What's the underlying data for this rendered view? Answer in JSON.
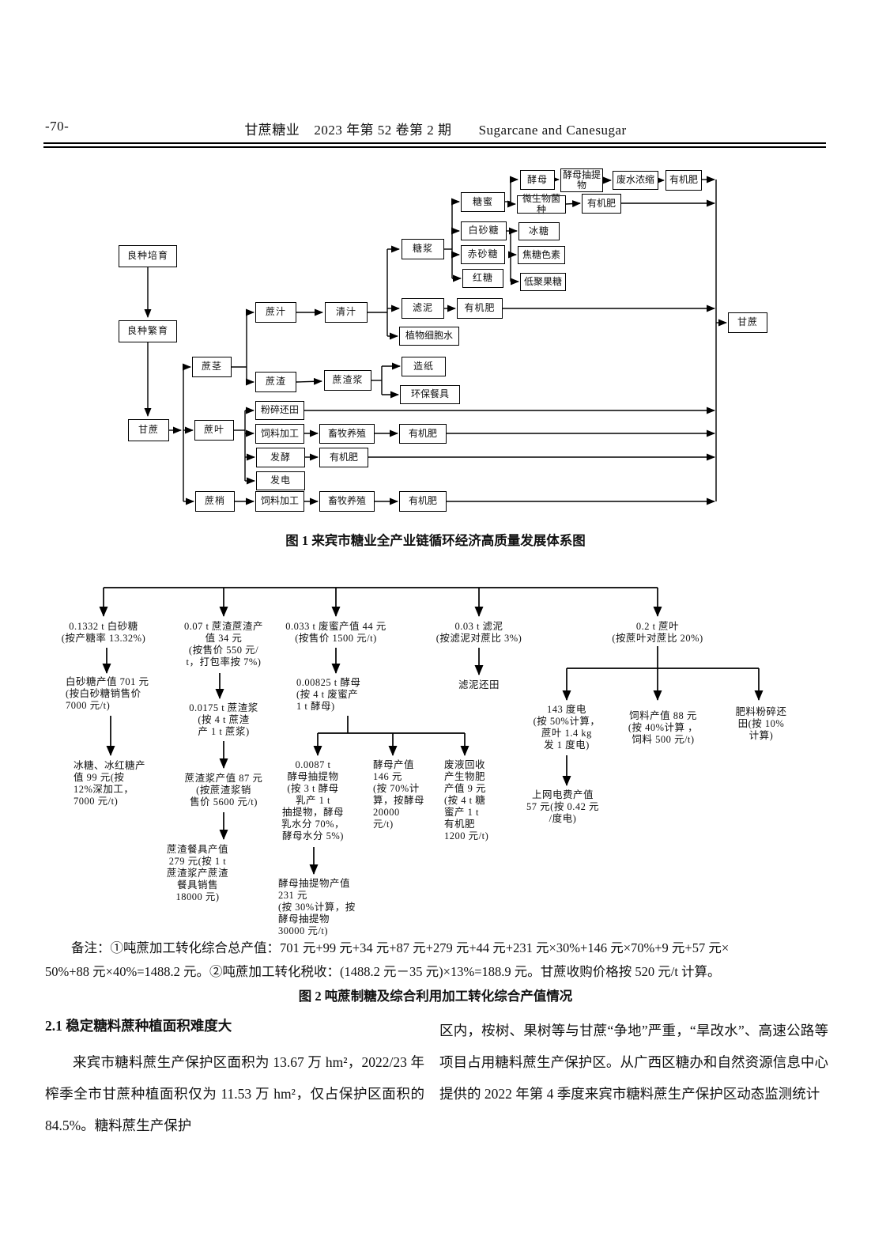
{
  "page": {
    "page_number": "-70-",
    "journal_cn": "甘蔗糖业",
    "issue": "2023 年第 52 卷第 2 期",
    "journal_en": "Sugarcane and Canesugar"
  },
  "fig1": {
    "caption": "图 1  来宾市糖业全产业链循环经济高质量发展体系图",
    "nodes": {
      "seed_breeding": "良种培育",
      "seed_propagation": "良种繁育",
      "sugarcane": "甘蔗",
      "cane_stem": "蔗茎",
      "cane_leaf": "蔗叶",
      "cane_tip": "蔗梢",
      "cane_juice": "蔗汁",
      "clear_juice": "清汁",
      "syrup": "糖浆",
      "filter_mud": "滤泥",
      "mud_fertilizer": "有机肥",
      "plant_cell_water": "植物细胞水",
      "bagasse": "蔗渣",
      "bagasse_pulp": "蔗渣浆",
      "papermaking": "造纸",
      "eco_tableware": "环保餐具",
      "molasses": "糖蜜",
      "white_sugar": "白砂糖",
      "brown_sugar": "赤砂糖",
      "red_sugar": "红糖",
      "yeast": "酵母",
      "yeast_extract": "酵母抽提物",
      "wastewater_concentrate": "废水浓缩",
      "yeast_fertilizer": "有机肥",
      "microbial_strain": "微生物菌种",
      "strain_fertilizer": "有机肥",
      "rock_sugar": "冰糖",
      "caramel_color": "焦糖色素",
      "fos": "低聚果糖",
      "crush_return": "粉碎还田",
      "feed_processing_leaf": "饲料加工",
      "livestock_leaf": "畜牧养殖",
      "livestock_fertilizer_leaf": "有机肥",
      "fermentation": "发酵",
      "fermentation_fertilizer": "有机肥",
      "power_generation": "发电",
      "feed_processing_tip": "饲料加工",
      "livestock_tip": "畜牧养殖",
      "livestock_fertilizer_tip": "有机肥",
      "sugarcane_return": "甘蔗"
    }
  },
  "fig2": {
    "caption": "图 2  吨蔗制糖及综合利用加工转化综合产值情况",
    "note": "备注：①吨蔗加工转化综合总产值：701 元+99 元+34 元+87 元+279 元+44 元+231 元×30%+146 元×70%+9 元+57 元×\n50%+88 元×40%=1488.2 元。②吨蔗加工转化税收：(1488.2 元－35 元)×13%=188.9 元。甘蔗收购价格按 520 元/t 计算。",
    "nodes": {
      "h1": "0.1332 t 白砂糖\n(按产糖率 13.32%)",
      "h2": "0.07 t 蔗渣蔗渣产\n值 34 元\n(按售价 550 元/\nt，打包率按 7%)",
      "h3": "0.033 t 废蜜产值 44 元\n(按售价 1500 元/t)",
      "h4": "0.03 t 滤泥\n(按滤泥对蔗比 3%)",
      "h5": "0.2 t 蔗叶\n(按蔗叶对蔗比 20%)",
      "n1a": "白砂糖产值 701 元\n(按白砂糖销售价\n7000 元/t)",
      "n1b": "冰糖、冰红糖产\n值 99 元(按\n12%深加工，\n7000 元/t)",
      "n2a": "0.0175 t 蔗渣浆\n(按 4 t 蔗渣\n产 1 t 蔗浆)",
      "n2b": "蔗渣浆产值 87 元\n(按蔗渣浆销\n售价 5600 元/t)",
      "n2c": "蔗渣餐具产值\n279 元(按 1 t\n蔗渣浆产蔗渣\n餐具销售\n18000 元)",
      "n3a": "0.00825 t 酵母\n(按 4 t 废蜜产\n1 t 酵母)",
      "n3b": "0.0087 t\n酵母抽提物\n(按 3 t 酵母\n乳产 1 t\n抽提物，酵母\n乳水分 70%，\n酵母水分 5%)",
      "n3c": "酵母产值\n146 元\n(按 70%计\n算，按酵母\n20000\n元/t)",
      "n3d": "废液回收\n产生物肥\n产值 9 元\n(按 4 t 糖\n蜜产 1 t\n有机肥\n1200 元/t)",
      "n3e": "酵母抽提物产值\n231 元\n(按 30%计算，按\n酵母抽提物\n30000 元/t)",
      "n4a": "滤泥还田",
      "n5a": "143 度电\n(按 50%计算，\n蔗叶 1.4 kg\n发 1 度电)",
      "n5b": "饲料产值 88 元\n(按 40%计算 ，\n饲料 500 元/t)",
      "n5c": "肥料粉碎还\n田(按 10%\n计算)",
      "n5d": "上网电费产值\n57 元(按 0.42 元\n/度电)"
    }
  },
  "section": {
    "heading": "2.1 稳定糖料蔗种植面积难度大",
    "left_paragraph": "来宾市糖料蔗生产保护区面积为 13.67 万 hm²，2022/23 年榨季全市甘蔗种植面积仅为 11.53 万 hm²，仅占保护区面积的 84.5%。糖料蔗生产保护",
    "right_paragraph": "区内，桉树、果树等与甘蔗“争地”严重，“旱改水”、高速公路等项目占用糖料蔗生产保护区。从广西区糖办和自然资源信息中心提供的 2022 年第 4 季度来宾市糖料蔗生产保护区动态监测统计"
  }
}
